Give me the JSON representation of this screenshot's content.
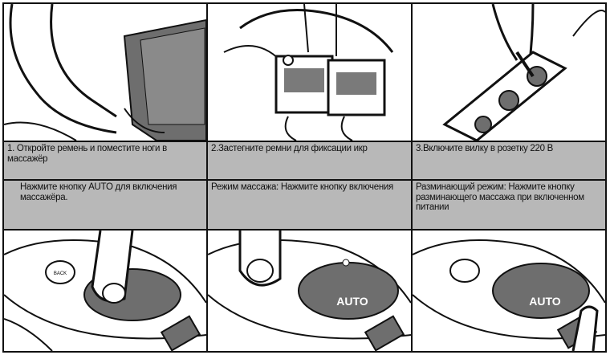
{
  "panels": [
    {
      "step_text": "1. Откройте ремень и поместите ноги в массажёр",
      "instruction_text": "Нажмите кнопку AUTO для включения массажёра."
    },
    {
      "step_text": "2.Застегните ремни для фиксации икр",
      "instruction_text": "Режим массажа: Нажмите кнопку включения"
    },
    {
      "step_text": "3.Включите вилку в розетку  220 В",
      "instruction_text": "Разминающий режим: Нажмите кнопку разминающего массажа при включенном питании"
    }
  ],
  "device_labels": {
    "auto_button": "AUTO",
    "side_button": "BACK"
  },
  "colors": {
    "caption_background": "#b8b8b8",
    "line_art": "#111111",
    "shaded_area": "#6e6e6e"
  }
}
